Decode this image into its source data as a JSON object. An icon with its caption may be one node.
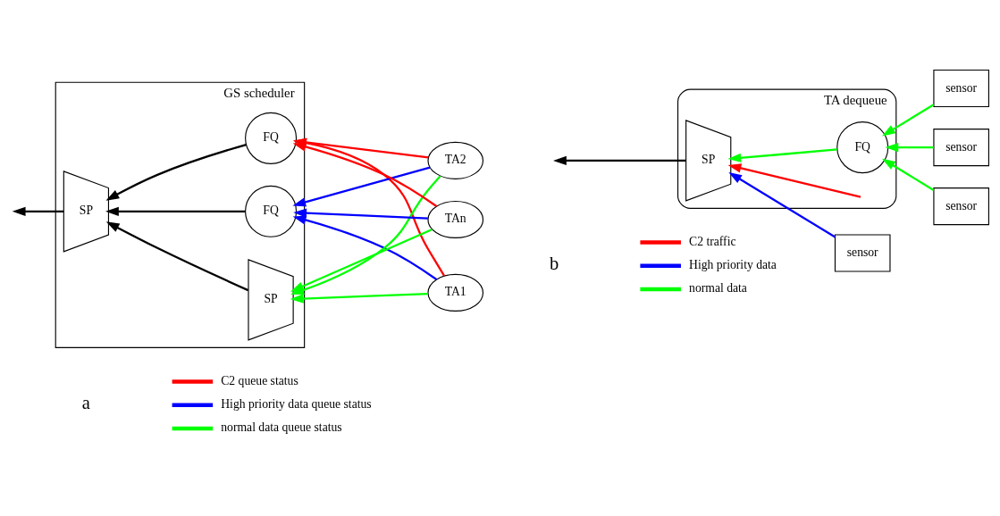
{
  "diagram": {
    "nodes": [
      {
        "text": [
          "GS scheduler"
        ]
      },
      {
        "text": [
          "FQ"
        ],
        "in": 0
      },
      {
        "text": [
          "SP"
        ],
        "in": 0
      },
      {
        "text": [
          "FQ"
        ],
        "in": 0
      },
      {
        "text": [
          "SP"
        ],
        "in": 0
      },
      {
        "text": [
          "TA1"
        ]
      },
      {
        "text": [
          "TA2"
        ]
      },
      {
        "text": [
          "TAn"
        ]
      },
      {
        "text": [
          "TA dequeue"
        ]
      },
      {
        "text": [
          "SP"
        ],
        "in": 8
      },
      {
        "text": [
          "FQ"
        ],
        "in": 8
      },
      {
        "text": [
          "sensor"
        ]
      },
      {
        "text": [
          "sensor"
        ]
      },
      {
        "text": [
          "sensor"
        ]
      },
      {
        "text": [
          "sensor"
        ]
      }
    ],
    "edges": [
      {
        "from": 1,
        "to": 2,
        "arrow": "to",
        "color": "#000000"
      },
      {
        "from": 3,
        "to": 2,
        "arrow": "to",
        "color": "#000000"
      },
      {
        "from": 4,
        "to": 2,
        "arrow": "to",
        "color": "#000000"
      },
      {
        "from": 2,
        "to": null,
        "arrow": "to",
        "color": "#000000"
      },
      {
        "from": 5,
        "to": 1,
        "arrow": "to",
        "color": "#ff0000"
      },
      {
        "from": 5,
        "to": 3,
        "arrow": "to",
        "color": "#0000ff"
      },
      {
        "from": 5,
        "to": 4,
        "arrow": "to",
        "color": "#00ff00"
      },
      {
        "from": 6,
        "to": 1,
        "arrow": "to",
        "color": "#ff0000"
      },
      {
        "from": 6,
        "to": 3,
        "arrow": "to",
        "color": "#0000ff"
      },
      {
        "from": 6,
        "to": 4,
        "arrow": "to",
        "color": "#00ff00"
      },
      {
        "from": 7,
        "to": 1,
        "arrow": "to",
        "color": "#ff0000"
      },
      {
        "from": 7,
        "to": 3,
        "arrow": "to",
        "color": "#0000ff"
      },
      {
        "from": 7,
        "to": 4,
        "arrow": "to",
        "color": "#00ff00"
      },
      {
        "from": null,
        "to": 9,
        "arrow": "to",
        "color": "#ff0000"
      },
      {
        "from": 9,
        "to": null,
        "arrow": "to",
        "color": "#000000"
      },
      {
        "from": 11,
        "to": 9,
        "arrow": "to",
        "color": "#0000ff"
      },
      {
        "from": 12,
        "to": 10,
        "arrow": "to",
        "color": "#00ff00"
      },
      {
        "from": 13,
        "to": 10,
        "arrow": "to",
        "color": "#00ff00"
      },
      {
        "from": 14,
        "to": 10,
        "arrow": "to",
        "color": "#00ff00"
      },
      {
        "from": 10,
        "to": 9,
        "arrow": "to",
        "color": "#00ff00"
      }
    ],
    "labels": [
      "a",
      "b"
    ],
    "legend": [
      {
        "text": "C2 queue status",
        "color": "#ff0000"
      },
      {
        "text": "High priority data queue status",
        "color": "#0000ff"
      },
      {
        "text": "normal data queue status",
        "color": "#00ff00"
      },
      {
        "text": "C2 traffic",
        "color": "#ff0000"
      },
      {
        "text": "High priority data",
        "color": "#0000ff"
      },
      {
        "text": "normal data",
        "color": "#00ff00"
      }
    ]
  }
}
